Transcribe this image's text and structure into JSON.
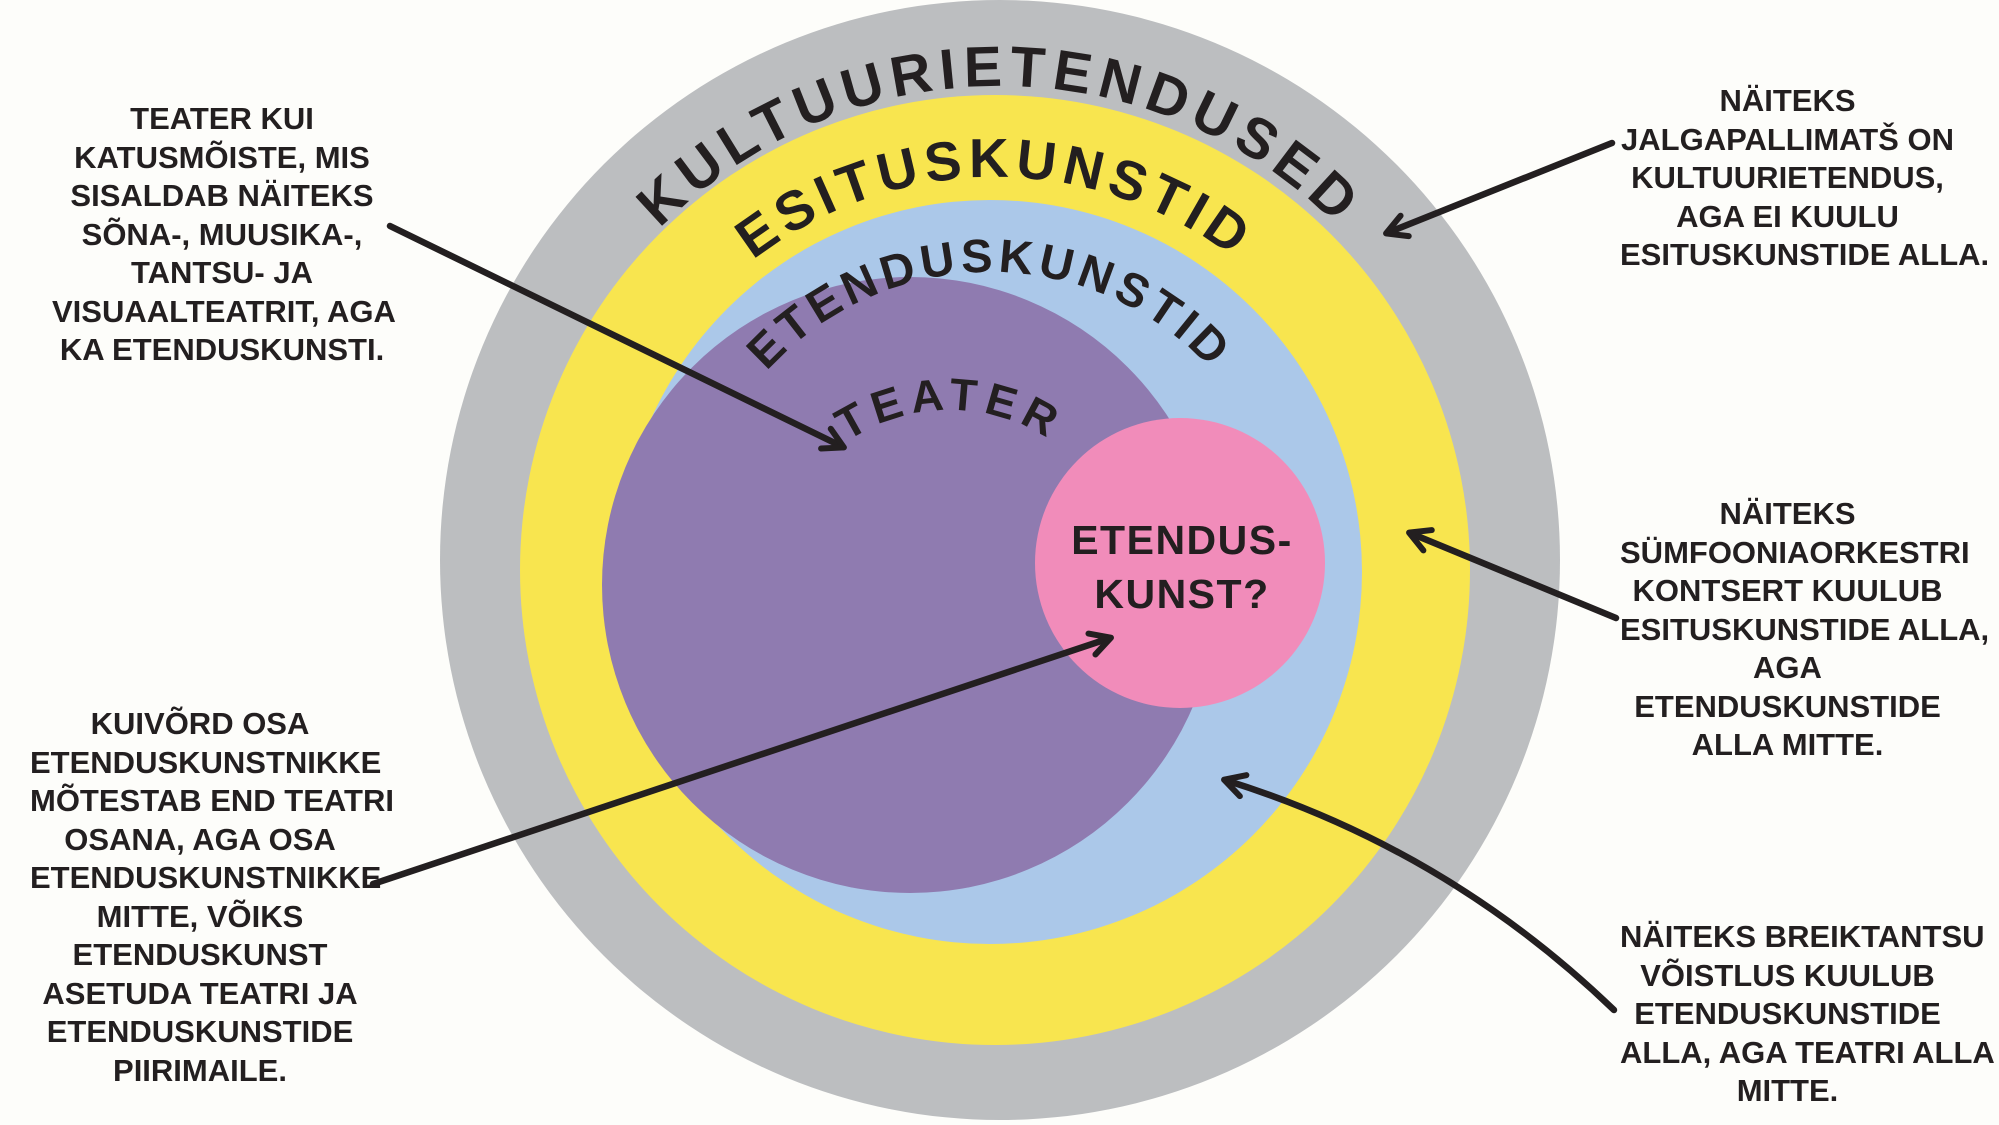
{
  "diagram": {
    "rings": [
      {
        "label": "KULTUURIETENDUSED",
        "color": "#bcbec0"
      },
      {
        "label": "ESITUSKUNSTID",
        "color": "#f8e54f"
      },
      {
        "label": "ETENDUSKUNSTID",
        "color": "#abc8e9"
      },
      {
        "label": "TEATER",
        "color": "#8f7bb0"
      }
    ],
    "inner_circle": {
      "label_line1": "ETENDUS-",
      "label_line2": "KUNST?",
      "color": "#f18cba"
    },
    "arrow_color": "#231f20"
  },
  "annotations": {
    "left_top": {
      "lines": [
        "TEATER KUI",
        "KATUSMÕISTE, MIS",
        "SISALDAB NÄITEKS",
        "SÕNA-, MUUSIKA-,",
        "TANTSU- JA",
        "VISUAALTEATRIT, AGA",
        "KA ETENDUSKUNSTI."
      ]
    },
    "left_bottom": {
      "lines": [
        "KUIVÕRD OSA",
        "ETENDUSKUNSTNIKKE",
        "MÕTESTAB END TEATRI",
        "OSANA, AGA OSA",
        "ETENDUSKUNSTNIKKE",
        "MITTE, VÕIKS",
        "ETENDUSKUNST",
        "ASETUDA TEATRI JA",
        "ETENDUSKUNSTIDE",
        "PIIRIMAILE."
      ]
    },
    "right_top": {
      "lines": [
        "NÄITEKS",
        "JALGAPALLIMATŠ ON",
        "KULTUURIETENDUS,",
        "AGA EI KUULU",
        "ESITUSKUNSTIDE ALLA."
      ]
    },
    "right_middle": {
      "lines": [
        "NÄITEKS",
        "SÜMFOONIAORKESTRI",
        "KONTSERT KUULUB",
        "ESITUSKUNSTIDE ALLA,",
        "AGA",
        "ETENDUSKUNSTIDE",
        "ALLA MITTE."
      ]
    },
    "right_bottom": {
      "lines": [
        "NÄITEKS BREIKTANTSU",
        "VÕISTLUS KUULUB",
        "ETENDUSKUNSTIDE",
        "ALLA, AGA TEATRI ALLA",
        "MITTE."
      ]
    }
  }
}
